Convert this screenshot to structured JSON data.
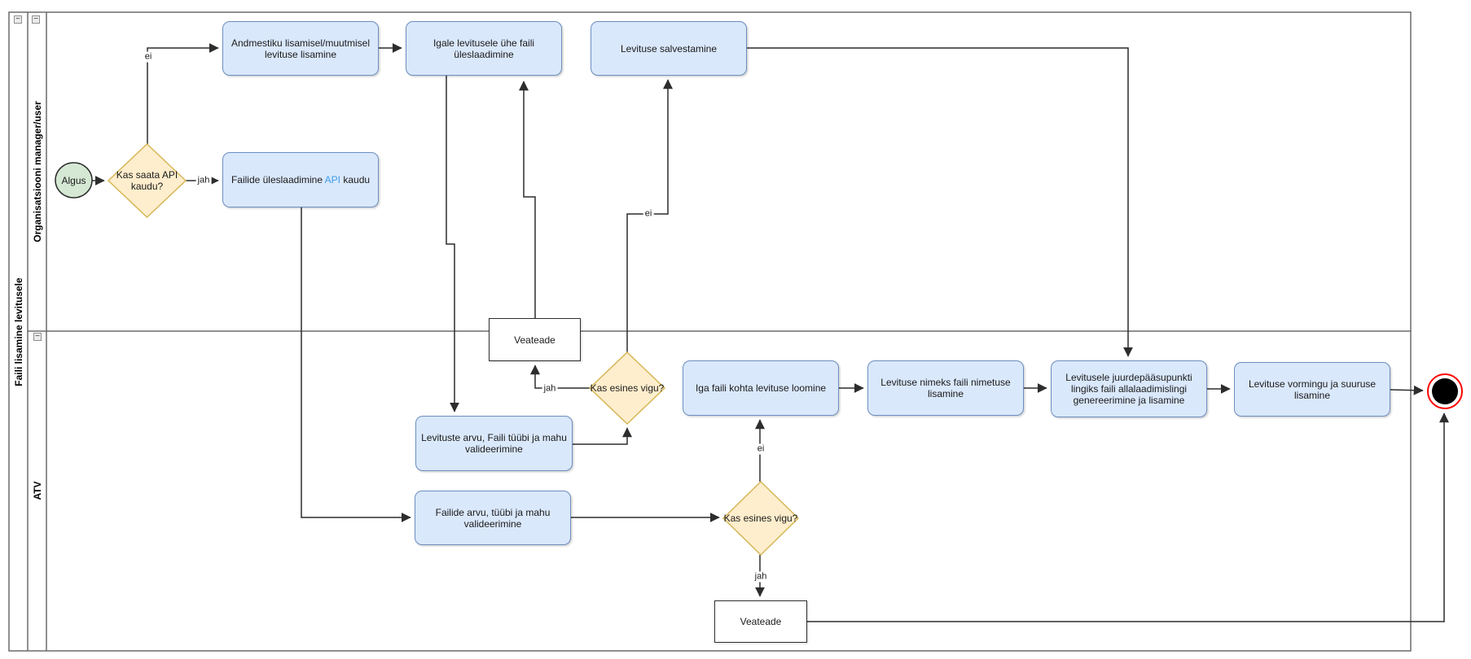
{
  "pool": {
    "title": "Faili lisamine levitusele",
    "collapse_glyph": "−"
  },
  "lanes": [
    {
      "label": "Organisatsiooni manager/user"
    },
    {
      "label": "ATV"
    }
  ],
  "nodes": {
    "start": {
      "label": "Algus"
    },
    "d1": {
      "label": "Kas saata API kaudu?"
    },
    "boxA": {
      "label": "Andmestiku lisamisel/muutmisel levituse lisamine"
    },
    "boxB": {
      "label": "Igale levitusele ühe faili üleslaadimine"
    },
    "boxC": {
      "label": "Levituse salvestamine"
    },
    "boxD": {
      "before": "Failide üleslaadimine ",
      "api": "API",
      "after": " kaudu"
    },
    "veateade1": {
      "label": "Veateade"
    },
    "d2": {
      "label": "Kas esines vigu?"
    },
    "boxE": {
      "label": "Levituste arvu, Faili tüübi ja mahu valideerimine"
    },
    "boxF": {
      "label": "Failide arvu, tüübi ja mahu valideerimine"
    },
    "d3": {
      "label": "Kas esines vigu?"
    },
    "boxG": {
      "label": "Iga faili kohta levituse loomine"
    },
    "boxH": {
      "label": "Levituse nimeks faili nimetuse lisamine"
    },
    "boxI": {
      "label": "Levitusele juurdepääsupunkti lingiks faili allalaadimislingi genereerimine ja lisamine"
    },
    "boxJ": {
      "label": "Levituse vormingu ja suuruse lisamine"
    },
    "veateade2": {
      "label": "Veateade"
    }
  },
  "edge_labels": {
    "ei_top": "ei",
    "jah_top": "jah",
    "jah_mid": "jah",
    "ei_mid": "ei",
    "ei_bottom": "ei",
    "jah_bottom": "jah"
  },
  "colors": {
    "task_fill": "#dae8fc",
    "task_stroke": "#6c8ebf",
    "decision_fill": "#ffeecd",
    "decision_stroke": "#d6b656",
    "start_fill": "#d5e8d4",
    "start_stroke": "#82b366",
    "end_ring": "#ff0000",
    "end_fill": "#000000",
    "api_link_text": "#3b9ce8",
    "edge_line": "#333333",
    "frame_line": "#6b6b6b"
  }
}
